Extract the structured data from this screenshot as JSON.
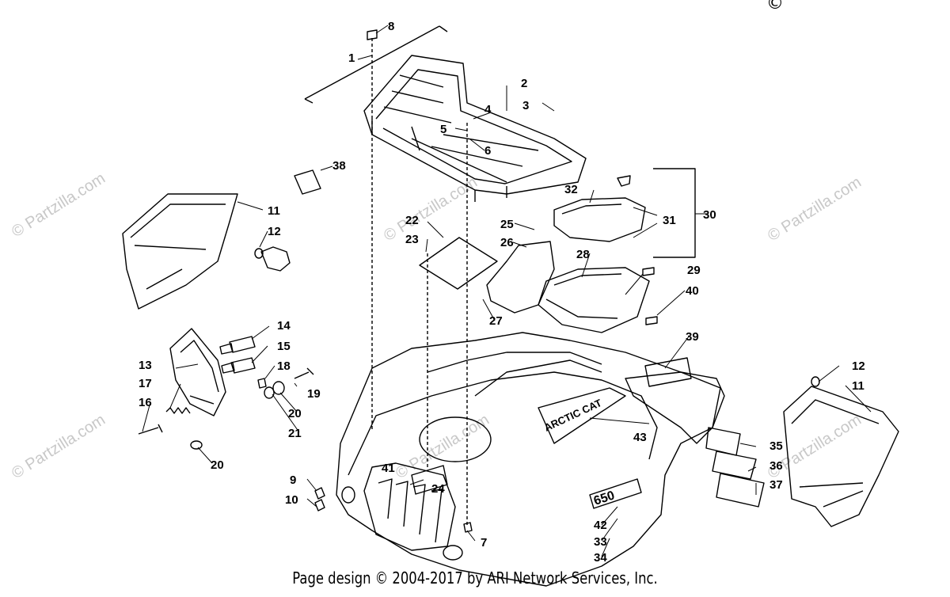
{
  "callouts": [
    {
      "id": "c1",
      "label": "1"
    },
    {
      "id": "c2",
      "label": "2"
    },
    {
      "id": "c3",
      "label": "3"
    },
    {
      "id": "c4",
      "label": "4"
    },
    {
      "id": "c5",
      "label": "5"
    },
    {
      "id": "c6",
      "label": "6"
    },
    {
      "id": "c7",
      "label": "7"
    },
    {
      "id": "c8",
      "label": "8"
    },
    {
      "id": "c9",
      "label": "9"
    },
    {
      "id": "c10",
      "label": "10"
    },
    {
      "id": "c11a",
      "label": "11"
    },
    {
      "id": "c11b",
      "label": "11"
    },
    {
      "id": "c12a",
      "label": "12"
    },
    {
      "id": "c12b",
      "label": "12"
    },
    {
      "id": "c13",
      "label": "13"
    },
    {
      "id": "c14",
      "label": "14"
    },
    {
      "id": "c15",
      "label": "15"
    },
    {
      "id": "c16",
      "label": "16"
    },
    {
      "id": "c17",
      "label": "17"
    },
    {
      "id": "c18",
      "label": "18"
    },
    {
      "id": "c19",
      "label": "19"
    },
    {
      "id": "c20a",
      "label": "20"
    },
    {
      "id": "c20b",
      "label": "20"
    },
    {
      "id": "c21",
      "label": "21"
    },
    {
      "id": "c22",
      "label": "22"
    },
    {
      "id": "c23",
      "label": "23"
    },
    {
      "id": "c24",
      "label": "24"
    },
    {
      "id": "c25",
      "label": "25"
    },
    {
      "id": "c26",
      "label": "26"
    },
    {
      "id": "c27",
      "label": "27"
    },
    {
      "id": "c28",
      "label": "28"
    },
    {
      "id": "c29",
      "label": "29"
    },
    {
      "id": "c30",
      "label": "30"
    },
    {
      "id": "c31",
      "label": "31"
    },
    {
      "id": "c32",
      "label": "32"
    },
    {
      "id": "c33",
      "label": "33"
    },
    {
      "id": "c34",
      "label": "34"
    },
    {
      "id": "c35",
      "label": "35"
    },
    {
      "id": "c36",
      "label": "36"
    },
    {
      "id": "c37",
      "label": "37"
    },
    {
      "id": "c38",
      "label": "38"
    },
    {
      "id": "c39",
      "label": "39"
    },
    {
      "id": "c40",
      "label": "40"
    },
    {
      "id": "c41",
      "label": "41"
    },
    {
      "id": "c42",
      "label": "42"
    },
    {
      "id": "c43",
      "label": "43"
    }
  ],
  "watermark": "© Partzilla.com",
  "decal_text": "650",
  "brand_decal": "ARCTIC CAT",
  "footer": "Page design © 2004-2017 by ARI Network Services, Inc.",
  "copyright_symbol": "©"
}
